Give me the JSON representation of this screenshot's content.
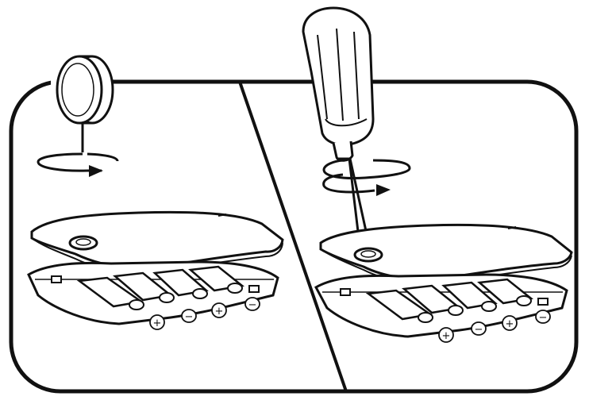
{
  "diagram": {
    "colors": {
      "ink": "#111111",
      "paper": "#ffffff",
      "shade": "#d9d9d9"
    },
    "left_panel": {
      "tool": "coin",
      "action": "rotate-clockwise",
      "polarity": [
        "+",
        "−",
        "+",
        "−"
      ]
    },
    "right_panel": {
      "tool": "screwdriver",
      "action": "rotate-clockwise",
      "polarity": [
        "+",
        "−",
        "+",
        "−"
      ]
    }
  }
}
